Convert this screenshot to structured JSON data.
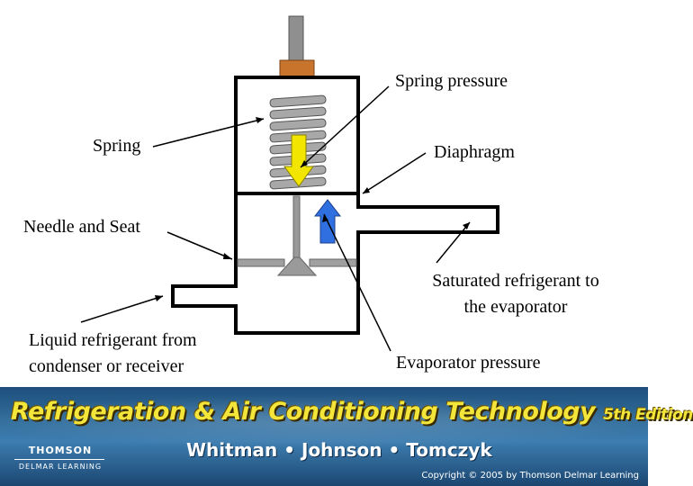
{
  "labels": {
    "spring_pressure": "Spring pressure",
    "spring": "Spring",
    "diaphragm": "Diaphragm",
    "needle_and_seat": "Needle and Seat",
    "saturated_line1": "Saturated refrigerant to",
    "saturated_line2": "the evaporator",
    "liquid_line1": "Liquid refrigerant from",
    "liquid_line2": "condenser or receiver",
    "evaporator_pressure": "Evaporator pressure"
  },
  "footer": {
    "title_main": "Refrigeration & Air Conditioning Technology",
    "edition": "5th Edition",
    "authors": "Whitman • Johnson • Tomczyk",
    "logo_top": "THOMSON",
    "logo_bottom": "DELMAR LEARNING",
    "copyright": "Copyright © 2005 by Thomson Delmar Learning"
  },
  "colors": {
    "spring_pressure_arrow": "#f2e600",
    "evaporator_pressure_arrow": "#2f6fe0",
    "valve_cap": "#c8742c",
    "stem": "#8a8a8a",
    "footer_title": "#f4e53a"
  }
}
